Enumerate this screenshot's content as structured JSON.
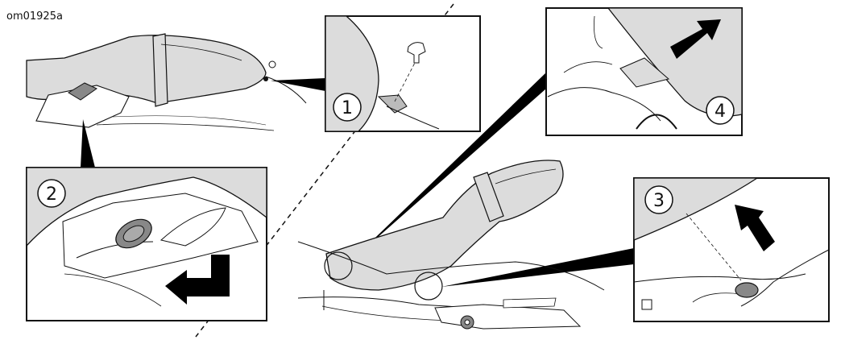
{
  "figure_code": "om01925a",
  "steps": [
    {
      "number": "1"
    },
    {
      "number": "2"
    },
    {
      "number": "3"
    },
    {
      "number": "4"
    }
  ],
  "colors": {
    "fill_gray": "#dcdcdc",
    "line": "#111111",
    "arrow": "#000000",
    "background": "#ffffff"
  }
}
